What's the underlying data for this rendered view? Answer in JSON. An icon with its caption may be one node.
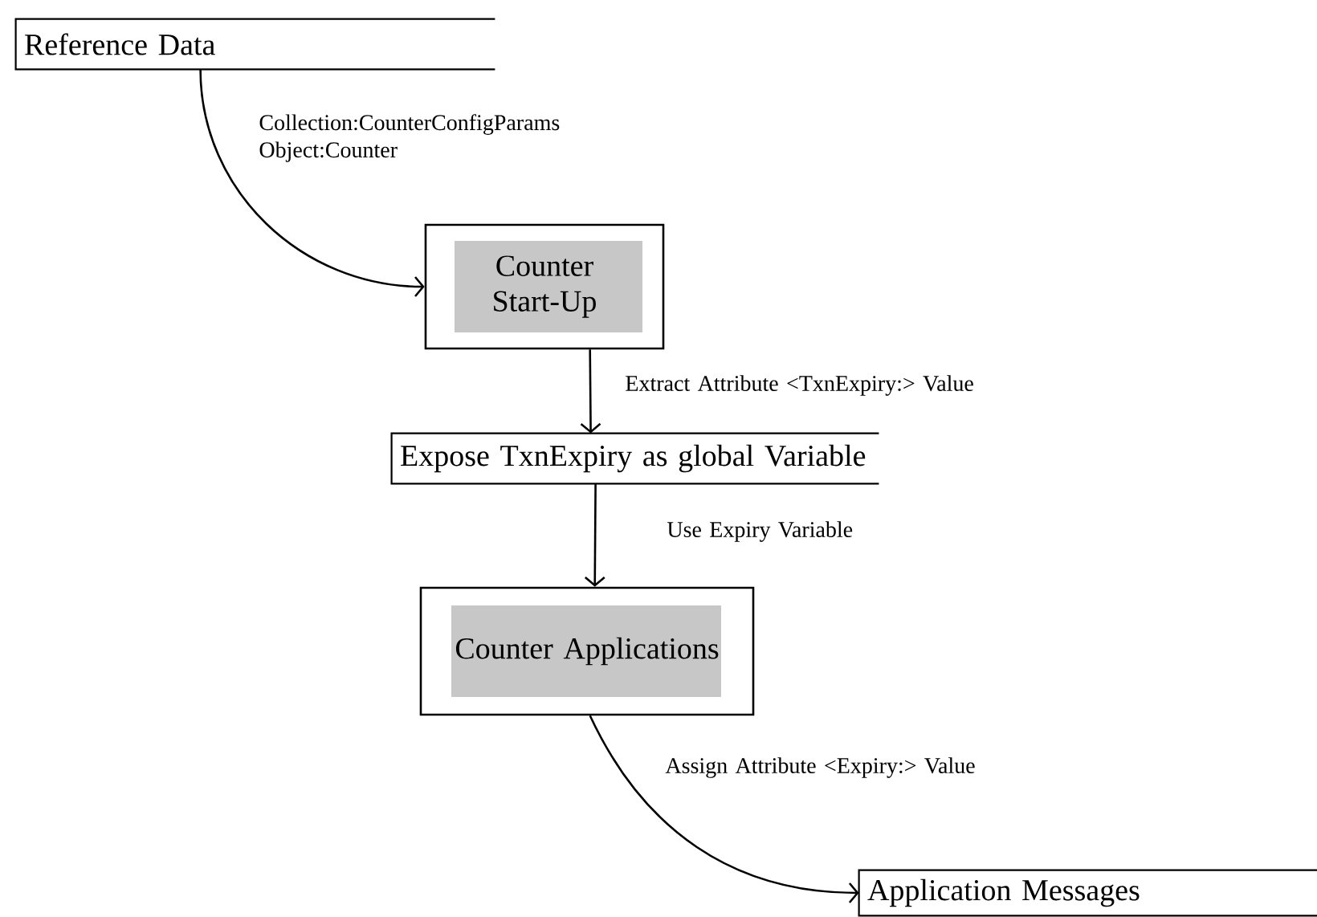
{
  "diagram": {
    "nodes": [
      {
        "text": [
          "Reference Data"
        ]
      },
      {
        "text": [
          "Counter Start-Up"
        ]
      },
      {
        "text": [
          "Expose TxnExpiry as global Variable"
        ]
      },
      {
        "text": [
          "Counter Applications"
        ]
      },
      {
        "text": [
          "Application Messages"
        ]
      }
    ],
    "edges": [
      {
        "from": 0,
        "to": 1,
        "arrow": "to",
        "label": "Collection:CounterConfigParams Object:Counter"
      },
      {
        "from": 1,
        "to": 2,
        "arrow": "to",
        "label": "Extract Attribute <TxnExpiry:> Value"
      },
      {
        "from": 2,
        "to": 3,
        "arrow": "to",
        "label": "Use Expiry Variable"
      },
      {
        "from": 3,
        "to": 4,
        "arrow": "to",
        "label": "Assign Attribute <Expiry:> Value"
      }
    ]
  }
}
